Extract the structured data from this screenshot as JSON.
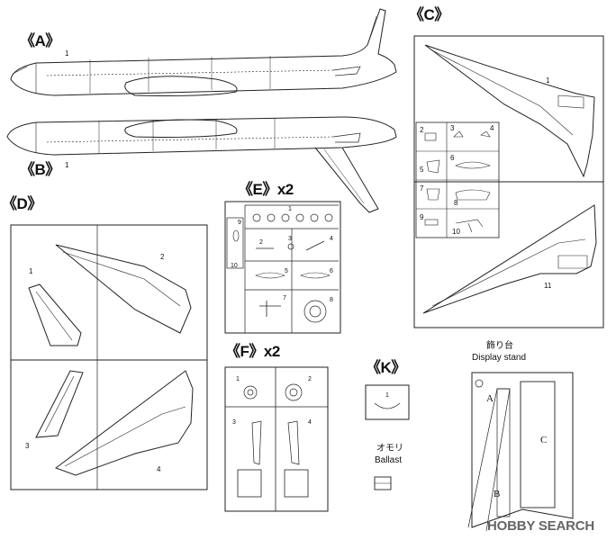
{
  "labels": {
    "part_a": "《A》",
    "part_b": "《B》",
    "part_c": "《C》",
    "part_d": "《D》",
    "part_e": "《E》x2",
    "part_f": "《F》x2",
    "part_k": "《K》"
  },
  "part_numbers": {
    "a1": "1",
    "b1": "1",
    "c1": "1",
    "c2": "2",
    "c3": "3",
    "c4": "4",
    "c5": "5",
    "c6": "6",
    "c7": "7",
    "c8": "8",
    "c9": "9",
    "c10": "10",
    "c11": "11",
    "d1": "1",
    "d2": "2",
    "d3": "3",
    "d4": "4",
    "e1": "1",
    "e2": "2",
    "e3": "3",
    "e4": "4",
    "e5": "5",
    "e6": "6",
    "e7": "7",
    "e8": "8",
    "e9": "9",
    "e10": "10",
    "f1": "1",
    "f2": "2",
    "f3": "3",
    "f4": "4",
    "k1": "1"
  },
  "display_stand": {
    "title_jp": "飾り台",
    "title_en": "Display stand",
    "part_a": "A",
    "part_b": "B",
    "part_c": "C"
  },
  "ballast": {
    "title_jp": "オモリ",
    "title_en": "Ballast"
  },
  "watermark": {
    "brand": "HOBBY SEARCH"
  }
}
